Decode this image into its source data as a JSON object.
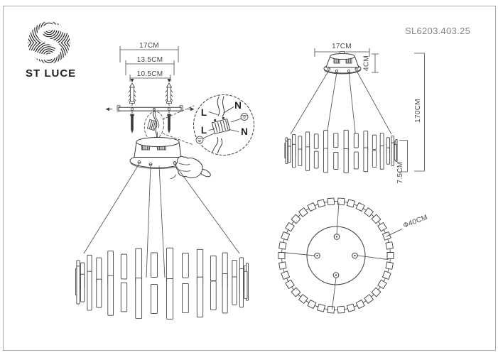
{
  "header": {
    "brand": "ST LUCE",
    "model": "SL6203.403.25"
  },
  "installation_view": {
    "dims": {
      "bracket_width": "17CM",
      "outer_holes": "13.5CM",
      "inner_holes": "10.5CM"
    },
    "wiring": {
      "live_top": "L",
      "neutral_top": "N",
      "live_bottom": "L",
      "neutral_bottom": "N"
    }
  },
  "assembled_view": {
    "dims": {
      "canopy_width": "17CM",
      "canopy_height": "4CM",
      "total_drop": "170CM",
      "shade_height": "7.5CM"
    }
  },
  "top_view": {
    "dims": {
      "diameter": "Ф40CM"
    }
  },
  "colors": {
    "line": "#3a3a3a",
    "dim": "#474747",
    "muted": "#848484",
    "border": "#a8a8a8",
    "ink": "#1f1f1f"
  }
}
